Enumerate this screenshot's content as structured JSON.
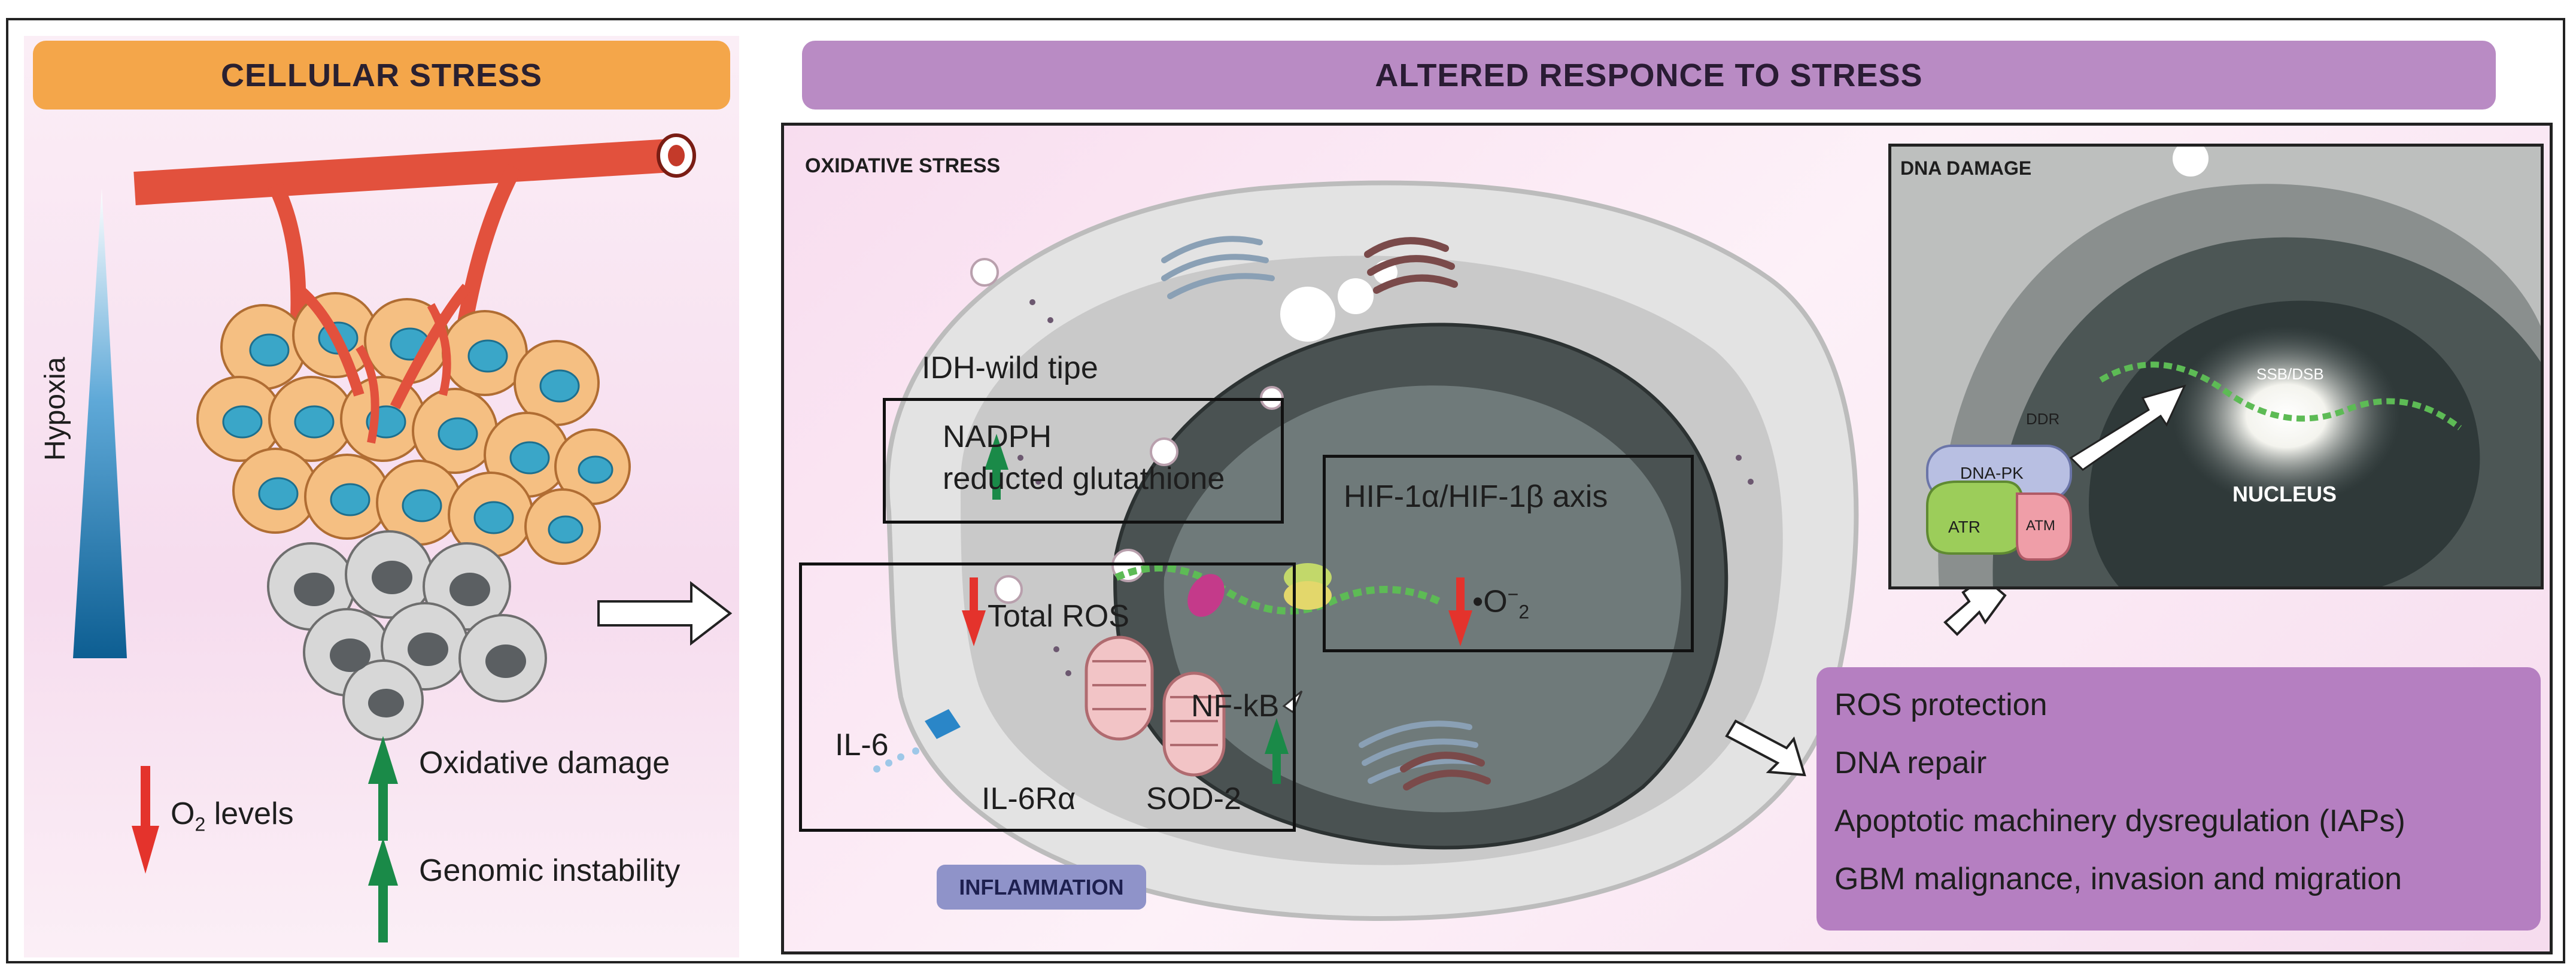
{
  "colors": {
    "left_header": "#f4a64a",
    "right_header": "#b98bc4",
    "up_arrow": "#1a8a48",
    "down_arrow": "#e4332c",
    "inflammation_badge": "#8f93c9",
    "outcomes_box": "#b57fc1",
    "panel_tint": "#f6dcee"
  },
  "left_panel": {
    "header": "CELLULAR STRESS",
    "hypoxia_label": "Hypoxia",
    "o2_text": "O",
    "o2_sub": "2",
    "o2_levels": " levels",
    "oxidative_damage": "Oxidative damage",
    "genomic_instability": "Genomic instability"
  },
  "right_panel": {
    "header": "ALTERED RESPONCE TO STRESS",
    "oxidative_stress_title": "OXIDATIVE STRESS",
    "idh_label": "IDH-wild tipe",
    "nadph_line1": "NADPH",
    "nadph_line2": "reducted glutathione",
    "hif_axis": "HIF-1α/HIF-1β axis",
    "superoxide": "•O",
    "superoxide_sub": "2",
    "superoxide_sup": "−",
    "total_ros": "Total ROS",
    "nfkb": "NF-kB",
    "il6": "IL-6",
    "il6ra": "IL-6Rα",
    "sod2": "SOD-2",
    "inflammation": "INFLAMMATION"
  },
  "dna_damage": {
    "title": "DNA DAMAGE",
    "ssb_dsb": "SSB/DSB",
    "ddr": "DDR",
    "dna_pk": "DNA-PK",
    "atr": "ATR",
    "atm": "ATM",
    "nucleus": "NUCLEUS"
  },
  "outcomes": [
    "ROS protection",
    "DNA repair",
    "Apoptotic machinery dysregulation (IAPs)",
    "GBM malignance, invasion and migration"
  ],
  "icons": [
    "blood-vessel-icon",
    "tumor-cell-cluster-icon",
    "up-arrow-icon",
    "down-arrow-icon",
    "outline-arrow-icon"
  ]
}
